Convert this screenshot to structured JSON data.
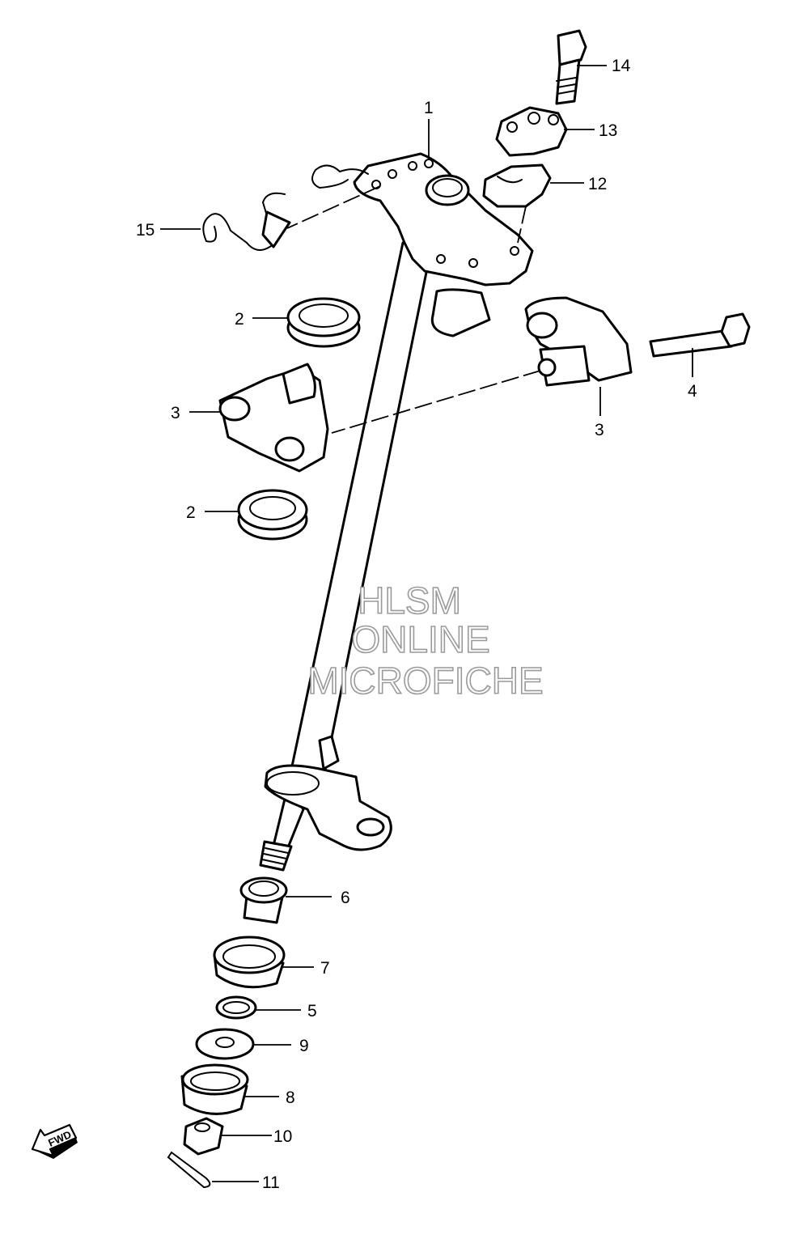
{
  "diagram": {
    "callouts": [
      {
        "id": "c14",
        "label": "14"
      },
      {
        "id": "c13",
        "label": "13"
      },
      {
        "id": "c12",
        "label": "12"
      },
      {
        "id": "c1",
        "label": "1"
      },
      {
        "id": "c15",
        "label": "15"
      },
      {
        "id": "c2a",
        "label": "2"
      },
      {
        "id": "c4",
        "label": "4"
      },
      {
        "id": "c3a",
        "label": "3"
      },
      {
        "id": "c3b",
        "label": "3"
      },
      {
        "id": "c2b",
        "label": "2"
      },
      {
        "id": "c6",
        "label": "6"
      },
      {
        "id": "c7",
        "label": "7"
      },
      {
        "id": "c5",
        "label": "5"
      },
      {
        "id": "c9",
        "label": "9"
      },
      {
        "id": "c8",
        "label": "8"
      },
      {
        "id": "c10",
        "label": "10"
      },
      {
        "id": "c11",
        "label": "11"
      }
    ],
    "watermark": {
      "line1": "HLSM",
      "line2": "ONLINE",
      "line3": "MICROFICHE"
    },
    "direction_badge": "FWD"
  }
}
